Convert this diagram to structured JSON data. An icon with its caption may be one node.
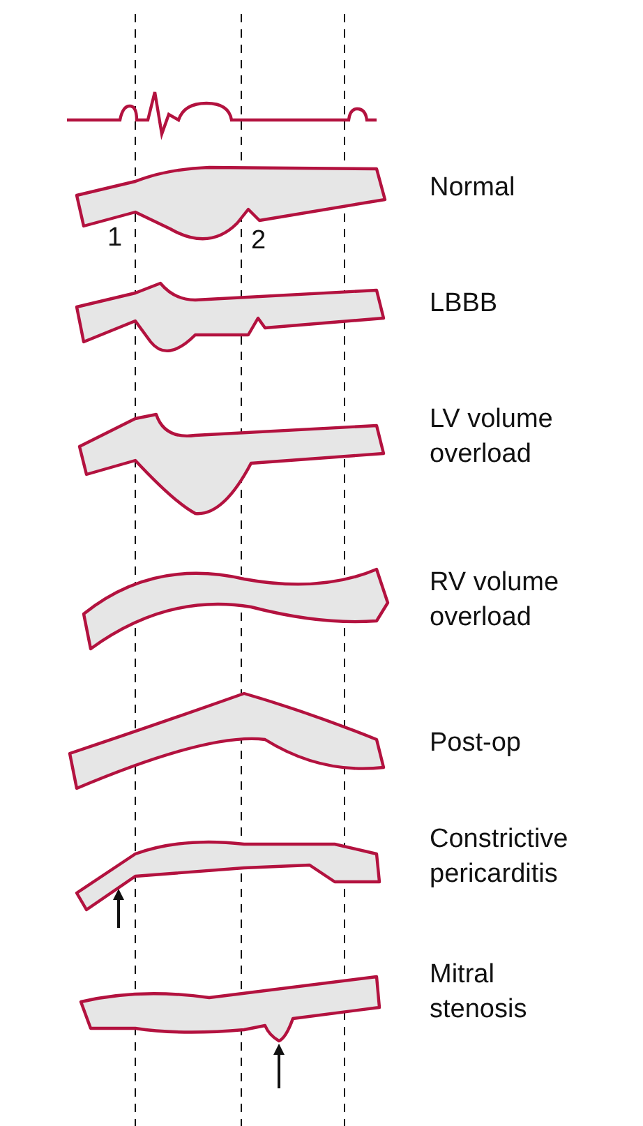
{
  "diagram": {
    "labels": [
      "1",
      "2",
      "Normal",
      "LBBB",
      "LV volume overload",
      "RV volume overload",
      "Post-op",
      "Constrictive pericarditis",
      "Mitral stenosis"
    ]
  }
}
